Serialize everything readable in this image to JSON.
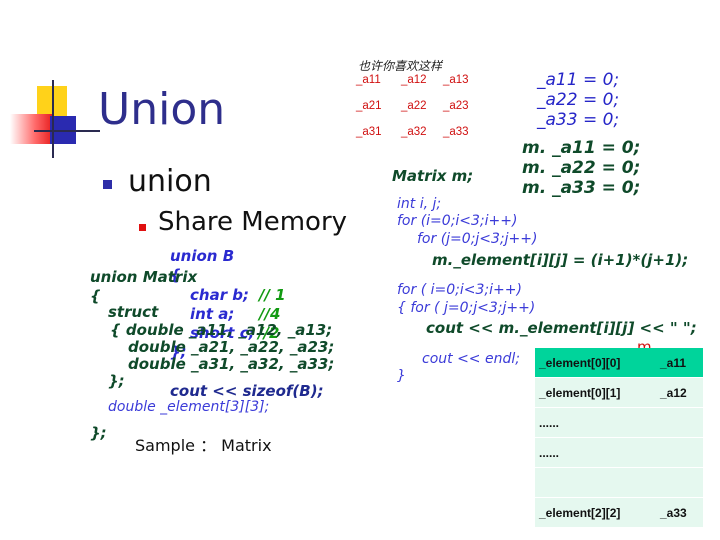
{
  "slide": {
    "title": "Union",
    "bullet_level1": "union",
    "bullet_level2": "Share Memory",
    "note_cn": "也许你喜欢这样",
    "red_grid": [
      [
        "_a11",
        "_a12",
        "_a13"
      ],
      [
        "_a21",
        "_a22",
        "_a23"
      ],
      [
        "_a31",
        "_a32",
        "_a33"
      ]
    ],
    "eq_blue": [
      "_a11 = 0;",
      "_a22 = 0;",
      "_a33 = 0;"
    ],
    "eq_green": [
      "m. _a11 = 0;",
      "m. _a22 = 0;",
      "m. _a33 = 0;"
    ],
    "matrix_decl": "Matrix  m;",
    "code_right": {
      "l1": "int  i, j;",
      "l2": "for (i=0;i<3;i++)",
      "l3": "for (j=0;j<3;j++)",
      "l4": "m._element[i][j] = (i+1)*(j+1);",
      "l5": "for ( i=0;i<3;i++)",
      "l6": "{   for ( j=0;j<3;j++)",
      "l7": "cout << m._element[i][j] << \"  \";",
      "l8": "cout << endl;",
      "l9": "}",
      "stray_m": "m"
    },
    "code_union_b": {
      "l1": "union  B",
      "l2": "{",
      "l3": "char b;",
      "l3c": "// 1",
      "l4": "int a;",
      "l4c": "//4",
      "l5": "short c;",
      "l5c": "//2",
      "l6": "};",
      "l7": "cout << sizeof(B);"
    },
    "code_union_matrix": {
      "l1": "union  Matrix",
      "l2": "{",
      "l3": "struct",
      "l4": "{   double  _a11,  _a12, _a13;",
      "l5": "double  _a21, _a22, _a23;",
      "l6": "double  _a31, _a32, _a33;",
      "l7": "};",
      "l8": "double  _element[3][3];",
      "l9": "};"
    },
    "sample": "Sample ：  Matrix",
    "table": [
      [
        "_element[0][0]",
        "_a11"
      ],
      [
        "_element[0][1]",
        "_a12"
      ],
      [
        "......",
        ""
      ],
      [
        "......",
        ""
      ],
      [
        "",
        ""
      ],
      [
        "_element[2][2]",
        "_a33"
      ]
    ],
    "colors": {
      "title": "#2e2e8c",
      "table_header": "#00d49b",
      "table_row": "#e5f8ef",
      "code_dark_green": "#0f4a2a",
      "code_blue": "#2a2ad0",
      "comment_green": "#129a12",
      "red_grid": "#d01010"
    }
  }
}
